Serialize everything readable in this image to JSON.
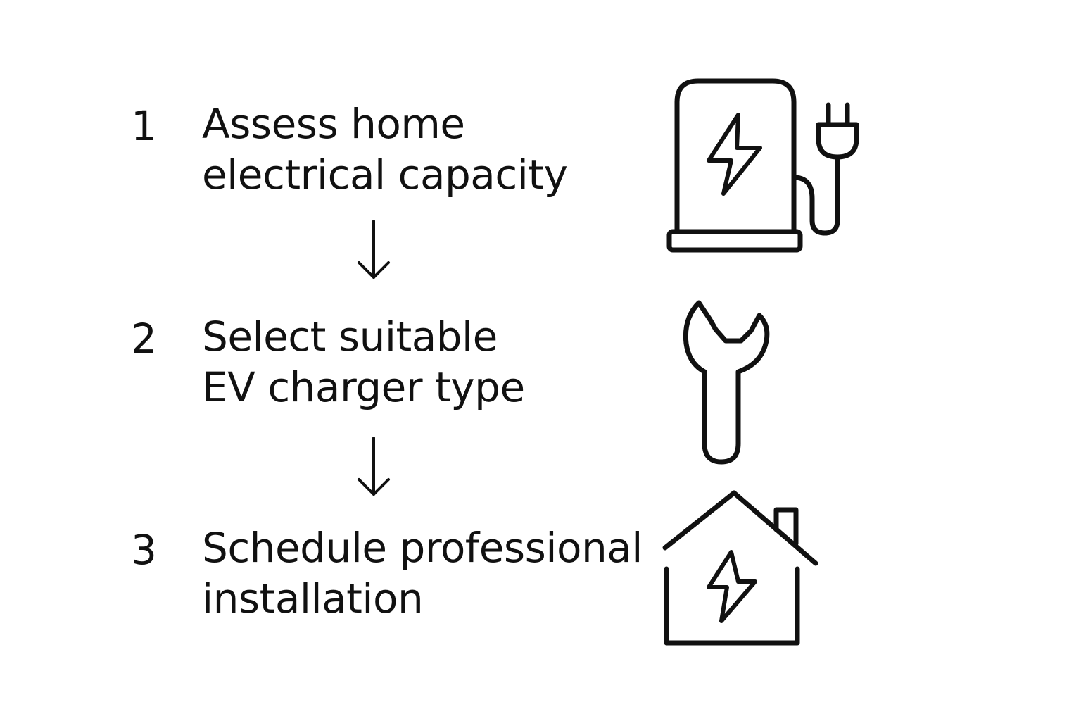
{
  "steps": [
    {
      "number": "1",
      "line1": "Assess home",
      "line2": "electrical capacity",
      "icon": "ev-charger-icon"
    },
    {
      "number": "2",
      "line1": "Select suitable",
      "line2": "EV charger type",
      "icon": "wrench-icon"
    },
    {
      "number": "3",
      "line1": "Schedule professional",
      "line2": "installation",
      "icon": "house-lightning-icon"
    }
  ],
  "arrow_icon": "down-arrow-icon",
  "colors": {
    "background": "#ffffff",
    "ink": "#111111"
  }
}
